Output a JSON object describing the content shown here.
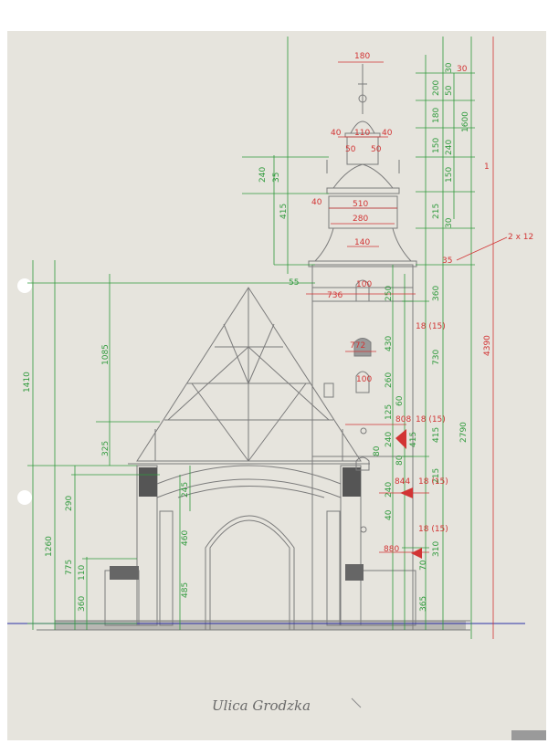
{
  "caption": "Ulica Grodzka",
  "colors": {
    "paper": "#e6e4dd",
    "pencil": "#7b7b7b",
    "green_dimensions": "#2f9a3c",
    "red_dimensions": "#d23434",
    "ground_line": "#2b2fa8"
  },
  "dimensions_green": [
    "1410",
    "1260",
    "1085",
    "325",
    "290",
    "775",
    "110",
    "360",
    "485",
    "460",
    "245",
    "415",
    "240",
    "35",
    "415",
    "55",
    "250",
    "430",
    "260",
    "80",
    "240",
    "60",
    "125",
    "80",
    "240",
    "40",
    "415",
    "215",
    "310",
    "70",
    "365",
    "360",
    "730",
    "2790",
    "4390",
    "1600",
    "200",
    "180",
    "50",
    "30",
    "150",
    "215",
    "30",
    "150",
    "240"
  ],
  "dimensions_red": [
    "180",
    "30",
    "110",
    "40",
    "40",
    "50",
    "50",
    "40",
    "510",
    "280",
    "140",
    "35",
    "736",
    "100",
    "772",
    "100",
    "808",
    "18 (15)",
    "844",
    "18 (15)",
    "880",
    "18 (15)",
    "18 (15)",
    "2 x 12",
    "1"
  ]
}
